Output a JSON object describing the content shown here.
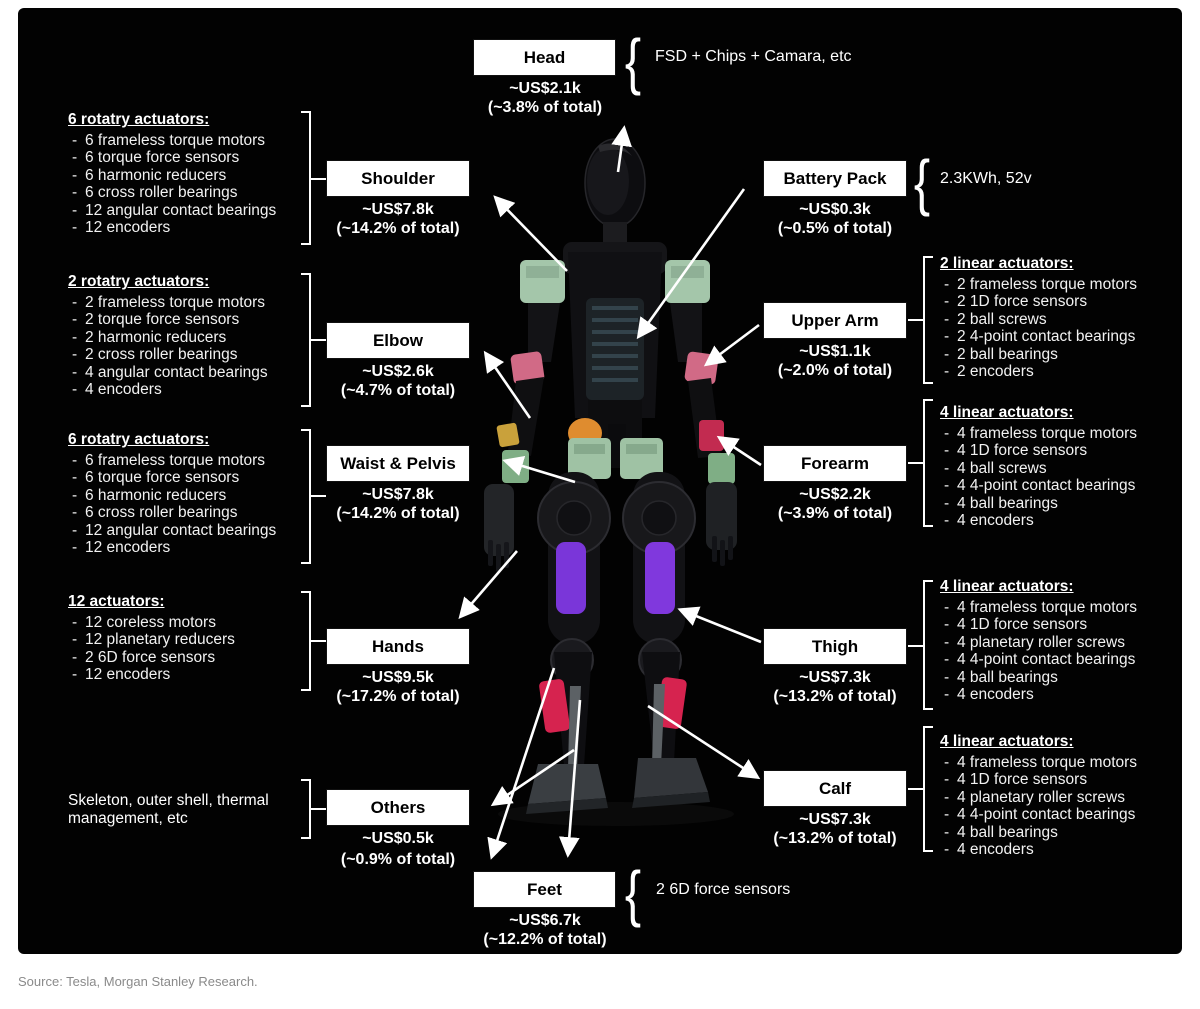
{
  "source_note": "Source: Tesla, Morgan Stanley Research.",
  "parts": {
    "head": {
      "label": "Head",
      "price": "~US$2.1k",
      "pct": "(~3.8% of total)",
      "note": "FSD + Chips + Camara, etc"
    },
    "shoulder": {
      "label": "Shoulder",
      "price": "~US$7.8k",
      "pct": "(~14.2% of total)"
    },
    "elbow": {
      "label": "Elbow",
      "price": "~US$2.6k",
      "pct": "(~4.7% of total)"
    },
    "waist_pelvis": {
      "label": "Waist & Pelvis",
      "price": "~US$7.8k",
      "pct": "(~14.2% of total)"
    },
    "hands": {
      "label": "Hands",
      "price": "~US$9.5k",
      "pct": "(~17.2% of total)"
    },
    "others": {
      "label": "Others",
      "price": "~US$0.5k",
      "pct": "(~0.9% of total)",
      "note": "Skeleton, outer shell, thermal management, etc"
    },
    "feet": {
      "label": "Feet",
      "price": "~US$6.7k",
      "pct": "(~12.2% of total)",
      "note": "2 6D force sensors"
    },
    "battery_pack": {
      "label": "Battery Pack",
      "price": "~US$0.3k",
      "pct": "(~0.5% of total)",
      "note": "2.3KWh, 52v"
    },
    "upper_arm": {
      "label": "Upper Arm",
      "price": "~US$1.1k",
      "pct": "(~2.0% of total)"
    },
    "forearm": {
      "label": "Forearm",
      "price": "~US$2.2k",
      "pct": "(~3.9% of total)"
    },
    "thigh": {
      "label": "Thigh",
      "price": "~US$7.3k",
      "pct": "(~13.2% of total)"
    },
    "calf": {
      "label": "Calf",
      "price": "~US$7.3k",
      "pct": "(~13.2% of total)"
    }
  },
  "component_lists": {
    "shoulder": {
      "title": "6 rotatry actuators:",
      "items": [
        "6 frameless torque motors",
        "6 torque force sensors",
        "6 harmonic reducers",
        "6 cross roller bearings",
        "12 angular contact bearings",
        "12 encoders"
      ]
    },
    "elbow": {
      "title": "2 rotatry actuators:",
      "items": [
        "2 frameless torque motors",
        "2 torque force sensors",
        "2 harmonic reducers",
        "2 cross roller bearings",
        "4 angular contact bearings",
        "4 encoders"
      ]
    },
    "waist_pelvis": {
      "title": "6 rotatry actuators:",
      "items": [
        "6 frameless torque motors",
        "6 torque force sensors",
        "6 harmonic reducers",
        "6 cross roller bearings",
        "12 angular contact bearings",
        "12 encoders"
      ]
    },
    "hands": {
      "title": "12 actuators:",
      "items": [
        "12 coreless motors",
        "12 planetary reducers",
        "2 6D force sensors",
        "12 encoders"
      ]
    },
    "upper_arm": {
      "title": "2 linear actuators:",
      "items": [
        "2 frameless torque motors",
        "2 1D force sensors",
        "2 ball screws",
        "2 4-point contact bearings",
        "2 ball bearings",
        "2 encoders"
      ]
    },
    "forearm": {
      "title": "4 linear actuators:",
      "items": [
        "4 frameless torque motors",
        "4 1D force sensors",
        "4 ball screws",
        "4 4-point contact bearings",
        "4 ball bearings",
        "4 encoders"
      ]
    },
    "thigh": {
      "title": "4 linear actuators:",
      "items": [
        "4 frameless torque motors",
        "4 1D force sensors",
        "4 planetary roller screws",
        "4 4-point contact bearings",
        "4 ball bearings",
        "4 encoders"
      ]
    },
    "calf": {
      "title": "4 linear actuators:",
      "items": [
        "4 frameless torque motors",
        "4 1D force sensors",
        "4 planetary roller screws",
        "4 4-point contact bearings",
        "4 ball bearings",
        "4 encoders"
      ]
    }
  },
  "colors": {
    "background": "#020202",
    "label_box": "#ffffff",
    "text": "#ffffff",
    "accent_green": "#9fc2a4",
    "accent_purple": "#7a36d9",
    "accent_red": "#d6234f",
    "accent_pink": "#d16a86",
    "accent_orange": "#df8c2f"
  }
}
